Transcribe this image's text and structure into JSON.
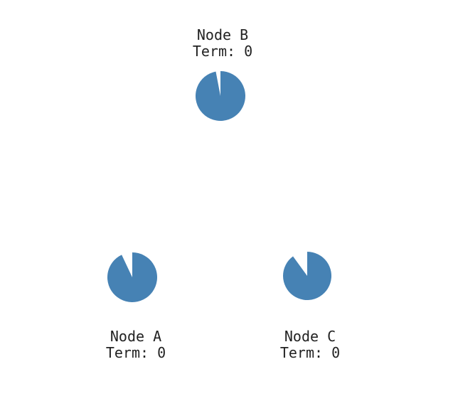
{
  "diagram": {
    "node_color": "#4682b4",
    "label_color": "#222222",
    "nodes": [
      {
        "id": "B",
        "name": "Node B",
        "term_text": "Term: 0",
        "term": 0,
        "timer_remaining_fraction": 0.97,
        "gap_side": "left"
      },
      {
        "id": "A",
        "name": "Node A",
        "term_text": "Term: 0",
        "term": 0,
        "timer_remaining_fraction": 0.93,
        "gap_side": "left"
      },
      {
        "id": "C",
        "name": "Node C",
        "term_text": "Term: 0",
        "term": 0,
        "timer_remaining_fraction": 0.9,
        "gap_side": "left"
      }
    ]
  }
}
